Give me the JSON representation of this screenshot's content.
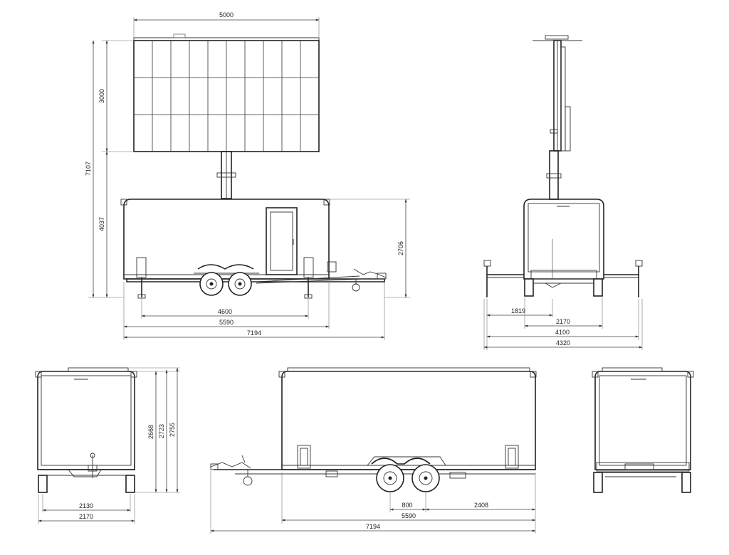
{
  "drawing": {
    "side_view_top": {
      "dims": {
        "panel_width": "5000",
        "panel_height": "3000",
        "overall_height": "7107",
        "base_height": "4037",
        "body_height": "2706",
        "axle_to_jack": "4600",
        "body_length": "5590",
        "overall_length": "7194"
      }
    },
    "front_view_top": {
      "dims": {
        "left_offset": "1819",
        "body_width": "2170",
        "outrigger_width": "4100",
        "overall_width": "4320"
      }
    },
    "rear_view_left": {
      "dims": {
        "h1": "2668",
        "h2": "2723",
        "h3": "2755",
        "track": "2130",
        "width": "2170"
      }
    },
    "side_view_bottom": {
      "dims": {
        "axle_spacing": "800",
        "rear_overhang": "2408",
        "body_length": "5590",
        "overall_length": "7194"
      }
    },
    "front_view_right": {}
  }
}
